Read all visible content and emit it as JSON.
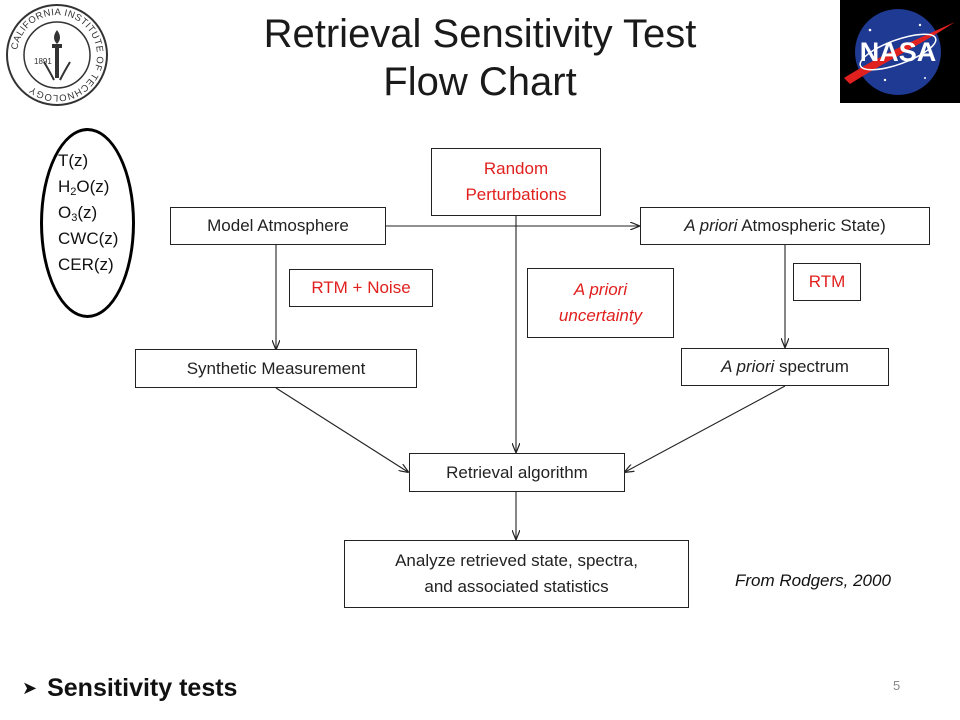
{
  "title": {
    "line1": "Retrieval Sensitivity Test",
    "line2": "Flow Chart"
  },
  "logos": {
    "caltech_text": "CALIFORNIA INSTITUTE OF TECHNOLOGY",
    "caltech_year": "1891",
    "nasa_text": "NASA"
  },
  "ellipse": {
    "items": [
      {
        "base": "T(z)",
        "sub": "",
        "tail": ""
      },
      {
        "base": "H",
        "sub": "2",
        "tail": "O(z)"
      },
      {
        "base": "O",
        "sub": "3",
        "tail": "(z)"
      },
      {
        "base": "CWC(z)",
        "sub": "",
        "tail": ""
      },
      {
        "base": "CER(z)",
        "sub": "",
        "tail": ""
      }
    ]
  },
  "nodes": {
    "random": {
      "line1": "Random",
      "line2": "Perturbations"
    },
    "model": "Model Atmosphere",
    "apriori_state": {
      "italic": "A priori",
      "rest": " Atmospheric State)"
    },
    "rtm_noise": "RTM + Noise",
    "apriori_uncertainty": {
      "line1": "A priori",
      "line2": "uncertainty"
    },
    "rtm": "RTM",
    "synthetic": "Synthetic Measurement",
    "apriori_spectrum": {
      "italic": "A priori",
      "rest": " spectrum"
    },
    "retrieval": "Retrieval algorithm",
    "analyze": {
      "line1": "Analyze retrieved state, spectra,",
      "line2": "and associated statistics"
    }
  },
  "citation": "From Rodgers, 2000",
  "bullet": "Sensitivity tests",
  "page_number": "5",
  "colors": {
    "accent_red": "#e0201e",
    "text": "#222222"
  }
}
